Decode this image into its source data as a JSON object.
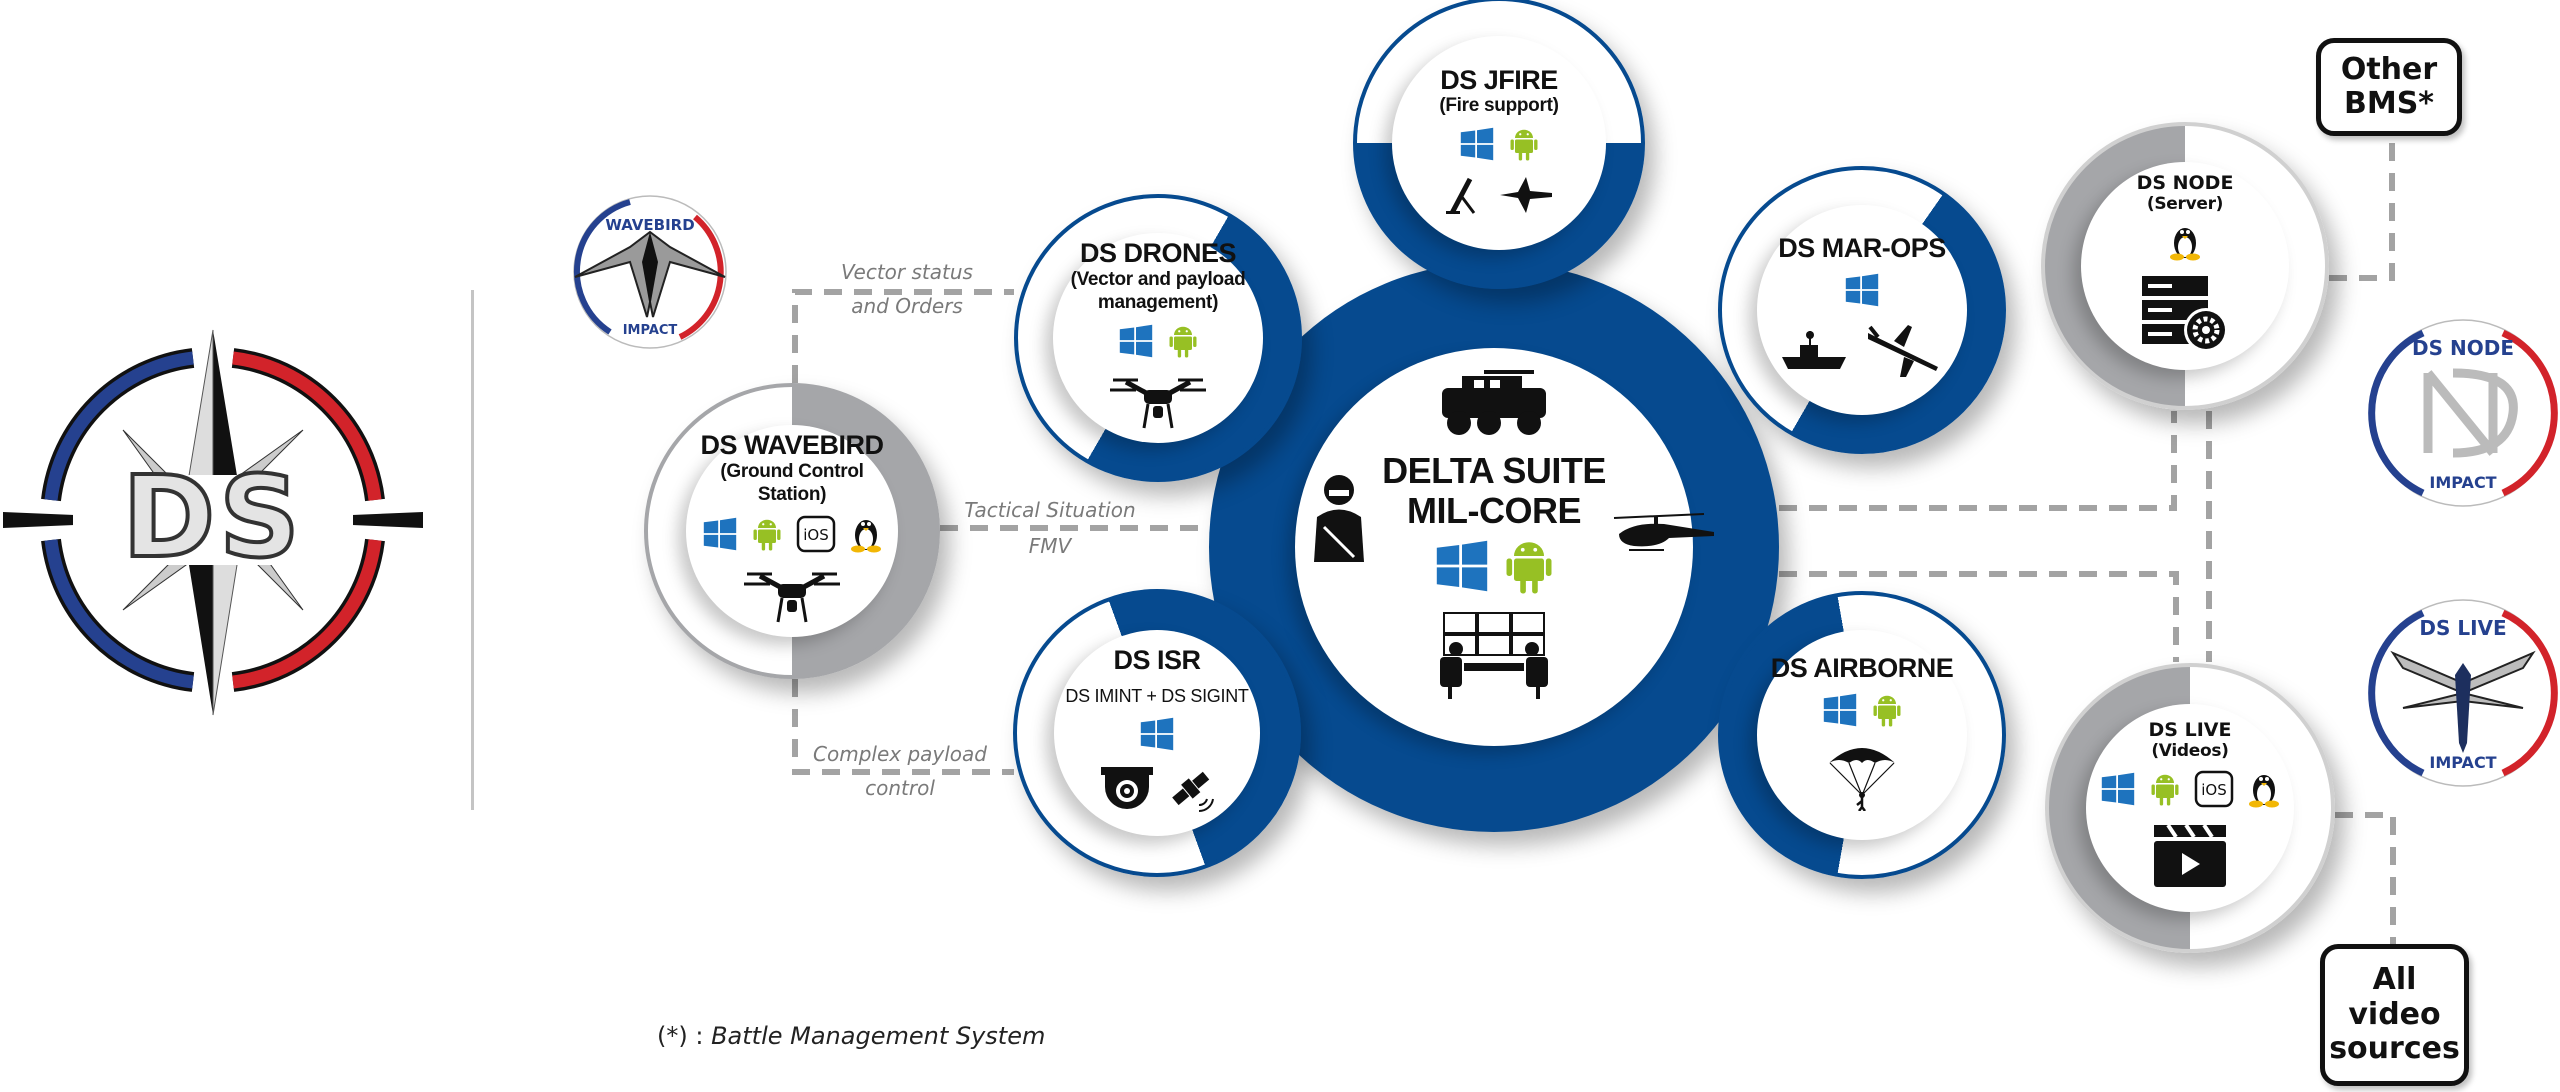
{
  "colors": {
    "blue": "#064a8f",
    "gray": "#a5a6a9",
    "dash": "#a3a3a3",
    "windows": "#1e73be",
    "android": "#97c024",
    "logo_red": "#d2232a",
    "logo_blue": "#25418f"
  },
  "logos": {
    "ds": {
      "text": "DS"
    },
    "wavebird": {
      "top": "WAVEBIRD",
      "bottom": "IMPACT"
    },
    "ds_node": {
      "top": "DS NODE",
      "bottom": "IMPACT"
    },
    "ds_live": {
      "top": "DS LIVE",
      "bottom": "IMPACT"
    }
  },
  "ios_label": "iOS",
  "nodes": [
    {
      "id": "jfire",
      "title": "DS JFIRE",
      "subtitle": "(Fire support)",
      "rows": [
        [
          "windows-icon",
          "android-icon"
        ],
        [
          "mortar-icon",
          "fighter-jet-icon"
        ]
      ]
    },
    {
      "id": "drones",
      "title": "DS DRONES",
      "subtitle": "(Vector and payload management)",
      "rows": [
        [
          "windows-icon",
          "android-icon"
        ],
        [
          "drone-icon"
        ]
      ]
    },
    {
      "id": "marops",
      "title": "DS MAR-OPS",
      "subtitle": "",
      "rows": [
        [
          "windows-icon"
        ],
        [
          "boat-icon",
          "patrol-aircraft-icon"
        ]
      ]
    },
    {
      "id": "wavebird",
      "title": "DS WAVEBIRD",
      "subtitle": "(Ground Control Station)",
      "rows": [
        [
          "windows-icon",
          "android-icon",
          "ios-icon",
          "linux-icon"
        ],
        [
          "drone-icon"
        ]
      ]
    },
    {
      "id": "isr",
      "title": "DS ISR",
      "subtitle": "DS IMINT + DS SIGINT",
      "light": true,
      "rows": [
        [
          "windows-icon"
        ],
        [
          "dome-camera-icon",
          "satellite-icon"
        ]
      ]
    },
    {
      "id": "airborne",
      "title": "DS AIRBORNE",
      "subtitle": "",
      "rows": [
        [
          "windows-icon",
          "android-icon"
        ],
        [
          "parachute-icon"
        ]
      ]
    },
    {
      "id": "node",
      "title": "DS NODE",
      "subtitle": "(Server)",
      "wide": true,
      "rows": [
        [
          "linux-icon"
        ],
        [
          "server-gear-icon"
        ]
      ]
    },
    {
      "id": "live",
      "title": "DS LIVE",
      "subtitle": "(Videos)",
      "wide": true,
      "rows": [
        [
          "windows-icon",
          "android-icon",
          "ios-icon",
          "linux-icon"
        ],
        [
          "clapperboard-icon"
        ]
      ]
    }
  ],
  "core": {
    "title_line1": "DELTA SUITE",
    "title_line2": "MIL-CORE",
    "icons": [
      "armored-vehicle-icon",
      "soldier-icon",
      "windows-icon",
      "android-icon",
      "helicopter-icon",
      "control-room-icon"
    ]
  },
  "links": {
    "vector_status_1": "Vector status",
    "vector_status_2": "and Orders",
    "tactical_1": "Tactical Situation",
    "tactical_2": "FMV",
    "payload_1": "Complex payload",
    "payload_2": "control"
  },
  "boxes": {
    "other_bms": "Other BMS*",
    "video_sources": "All video sources"
  },
  "footnote": {
    "marker": "(*) : ",
    "text": "Battle Management System"
  }
}
